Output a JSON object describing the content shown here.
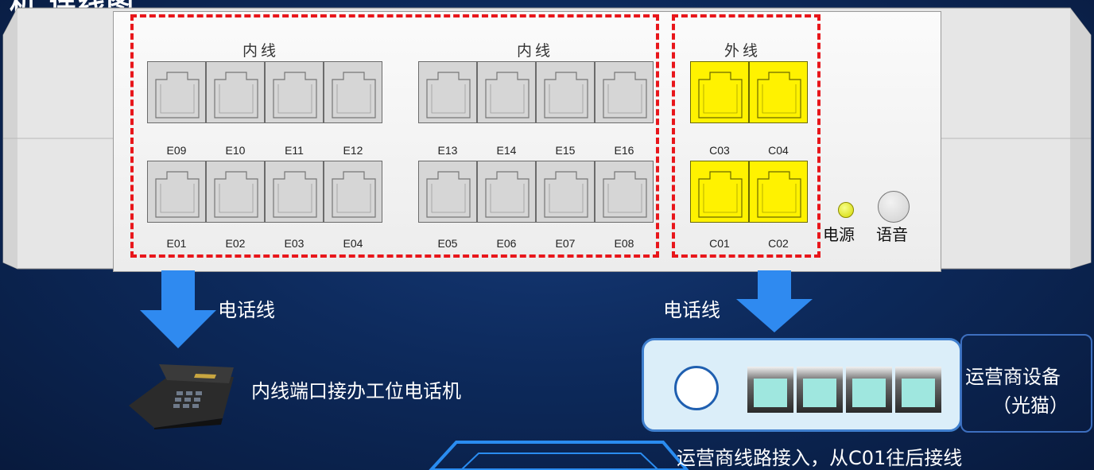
{
  "heading": "机 连线图",
  "internal_group_label": "内线",
  "external_group_label": "外线",
  "internal_left_top": [
    "E09",
    "E10",
    "E11",
    "E12"
  ],
  "internal_left_bottom": [
    "E01",
    "E02",
    "E03",
    "E04"
  ],
  "internal_right_top": [
    "E13",
    "E14",
    "E15",
    "E16"
  ],
  "internal_right_bottom": [
    "E05",
    "E06",
    "E07",
    "E08"
  ],
  "external_top": [
    "C03",
    "C04"
  ],
  "external_bottom": [
    "C01",
    "C02"
  ],
  "indicators": {
    "power": "电源",
    "voice": "语音"
  },
  "left_cable_label": "电话线",
  "right_cable_label": "电话线",
  "phone_label": "内线端口接办工位电话机",
  "modem": {
    "title": "运营商设备",
    "subtitle": "（光猫）"
  },
  "access_note": "运营商线路接入，从C01往后接线",
  "colors": {
    "background": "#0d2a5c",
    "highlight": "#e8161b",
    "trunk_port": "#fff200",
    "arrow": "#2f8af0"
  }
}
